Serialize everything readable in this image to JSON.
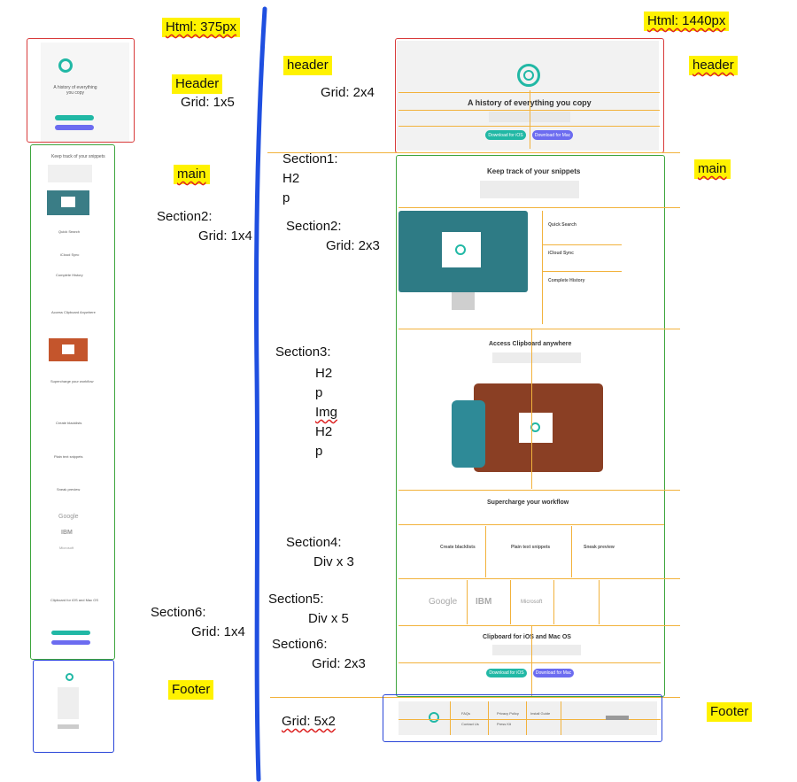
{
  "labels": {
    "html_mobile": "Html: 375px",
    "html_desktop": "Html: 1440px",
    "header_left": "Header",
    "header_left_grid": "Grid: 1x5",
    "main_left": "main",
    "section2_left": "Section2:",
    "section2_left_grid": "Grid: 1x4",
    "section6_left": "Section6:",
    "section6_left_grid": "Grid: 1x4",
    "footer_left": "Footer",
    "header_center": "header",
    "header_center_grid": "Grid: 2x4",
    "section1": "Section1:",
    "section1_h2": "H2",
    "section1_p": "p",
    "section2": "Section2:",
    "section2_grid": "Grid: 2x3",
    "section3": "Section3:",
    "section3_h2a": "H2",
    "section3_p1": "p",
    "section3_img": "Img",
    "section3_h2b": "H2",
    "section3_p2": "p",
    "section4": "Section4:",
    "section4_div": "Div x 3",
    "section5": "Section5:",
    "section5_div": "Div x 5",
    "section6": "Section6:",
    "section6_grid": "Grid: 2x3",
    "footer_grid": "Grid: 5x2",
    "header_right": "header",
    "main_right": "main",
    "footer_right": "Footer"
  },
  "desktop_mock": {
    "hero_title": "A history of everything you copy",
    "btn_ios": "Download for iOS",
    "btn_mac": "Download for Mac",
    "s1_title": "Keep track of your snippets",
    "quick_search": "Quick Search",
    "icloud_sync": "iCloud Sync",
    "complete_history": "Complete History",
    "access_title": "Access Clipboard anywhere",
    "supercharge_title": "Supercharge your workflow",
    "blacklists": "Create blacklists",
    "plain_text": "Plain text snippets",
    "sneak_preview": "Sneak preview",
    "logo_google": "Google",
    "logo_ibm": "IBM",
    "logo_microsoft": "Microsoft",
    "cta_title": "Clipboard for iOS and Mac OS",
    "footer_faq": "FAQs",
    "footer_contact": "Contact Us",
    "footer_privacy": "Privacy Policy",
    "footer_press": "Press Kit",
    "footer_install": "Install Guide"
  },
  "mobile_mock": {
    "hero_title": "A history of everything you copy",
    "s1_title": "Keep track of your snippets",
    "quick_search": "Quick Search",
    "icloud_sync": "iCloud Sync",
    "complete_history": "Complete History",
    "access_title": "Access Clipboard Anywhere",
    "supercharge_title": "Supercharge your workflow",
    "blacklists": "Create blacklists",
    "plain_text": "Plain text snippets",
    "sneak_preview": "Sneak preview",
    "logo_google": "Google",
    "logo_ibm": "IBM",
    "logo_microsoft": "Microsoft",
    "cta_title": "Clipboard for iOS and Mac OS"
  },
  "colors": {
    "header_box": "#d83a3a",
    "main_box": "#3da53d",
    "footer_box": "#2945d8",
    "divider": "#1f4fe0",
    "grid_lines": "#f2b23c",
    "highlight": "#fff200",
    "accent_teal": "#21b8a5",
    "accent_purple": "#6c6cf0"
  }
}
